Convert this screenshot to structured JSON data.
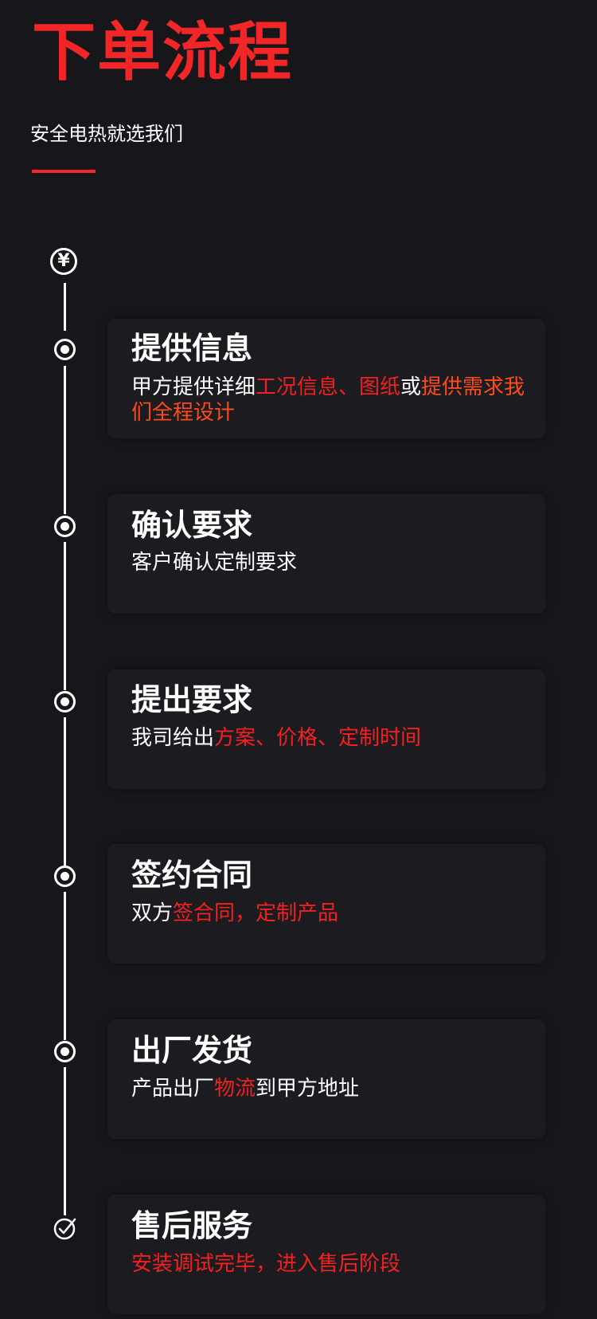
{
  "header": {
    "title": "下单流程",
    "subtitle": "安全电热就选我们"
  },
  "timeline": {
    "start_icon": "yen-circle-icon",
    "end_icon": "check-circle-icon"
  },
  "steps": [
    {
      "title": "提供信息",
      "desc": [
        {
          "text": "甲方提供详细",
          "color": "white"
        },
        {
          "text": "工况信息、图纸",
          "color": "red"
        },
        {
          "text": "或",
          "color": "white"
        },
        {
          "text": "提供需求我们全程设计",
          "color": "orange"
        }
      ]
    },
    {
      "title": "确认要求",
      "desc": [
        {
          "text": "客户确认定制要求",
          "color": "white"
        }
      ]
    },
    {
      "title": "提出要求",
      "desc": [
        {
          "text": "我司给出",
          "color": "white"
        },
        {
          "text": "方案、价格、定制时间",
          "color": "red"
        }
      ]
    },
    {
      "title": "签约合同",
      "desc": [
        {
          "text": "双方",
          "color": "white"
        },
        {
          "text": "签合同，定制产品",
          "color": "red"
        }
      ]
    },
    {
      "title": "出厂发货",
      "desc": [
        {
          "text": "产品出厂",
          "color": "white"
        },
        {
          "text": "物流",
          "color": "red"
        },
        {
          "text": "到甲方地址",
          "color": "white"
        }
      ]
    },
    {
      "title": "售后服务",
      "desc": [
        {
          "text": "安装调试完毕，进入售后阶段",
          "color": "red"
        }
      ]
    }
  ]
}
